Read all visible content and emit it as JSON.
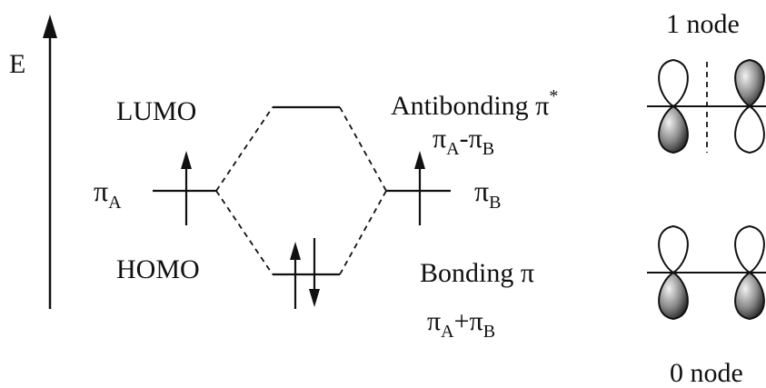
{
  "axis": {
    "label": "E"
  },
  "levels": {
    "lumo": {
      "label": "LUMO"
    },
    "homo": {
      "label": "HOMO"
    },
    "pi_a": {
      "symbol": "π",
      "subscript": "A"
    },
    "pi_b": {
      "symbol": "π",
      "subscript": "B"
    }
  },
  "antibonding": {
    "name": "Antibonding π",
    "superscript": "*",
    "combo": {
      "pi": "π",
      "sub_a": "A",
      "op": "-",
      "pi2": "π",
      "sub_b": "B"
    }
  },
  "bonding": {
    "name": "Bonding π",
    "combo": {
      "pi": "π",
      "sub_a": "A",
      "op": "+",
      "pi2": "π",
      "sub_b": "B"
    }
  },
  "orbitals": {
    "top_nodes": "1 node",
    "bottom_nodes": "0 node"
  },
  "colors": {
    "line": "#111111",
    "shade_dark": "#2a2a2a",
    "shade_light": "#e8e8e8"
  }
}
